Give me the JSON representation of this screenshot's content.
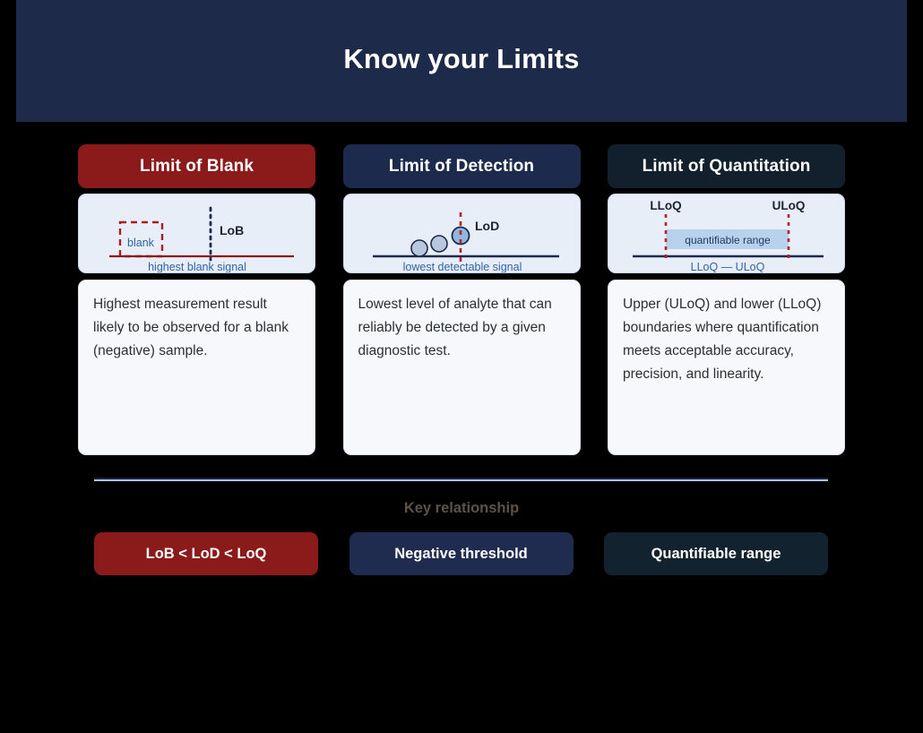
{
  "header": {
    "title": "Know your Limits",
    "background": "#1e2a4a"
  },
  "columns": [
    {
      "id": "limit-of-blank",
      "header_label": "Limit of Blank",
      "header_color": "#8b1a1a",
      "diagram": {
        "box_label": "blank",
        "marker_label": "LoB",
        "caption": "highest blank signal",
        "baseline_color": "#8b1a1a",
        "marker_line_color": "#1c2a4d",
        "box_color": "#a52020"
      },
      "description": "Highest measurement result likely to be observed for a blank (negative) sample."
    },
    {
      "id": "limit-of-detection",
      "header_label": "Limit of Detection",
      "header_color": "#1c2a4d",
      "diagram": {
        "marker_label": "LoD",
        "caption": "lowest detectable signal",
        "baseline_color": "#1c2a4d",
        "marker_line_color": "#b52222",
        "dot_color": "#b8c6de",
        "highlight_dot_color": "#8fb8dc",
        "dots": 3
      },
      "description": "Lowest level of analyte that can reliably be detected by a given diagnostic test."
    },
    {
      "id": "limit-of-quantitation",
      "header_label": "Limit of Quantitation",
      "header_color": "#12202e",
      "diagram": {
        "left_label": "LLoQ",
        "right_label": "ULoQ",
        "band_label": "quantifiable range",
        "caption": "LLoQ — ULoQ",
        "baseline_color": "#1c2a4d",
        "marker_line_color": "#b52222",
        "band_color": "#b9d2ec"
      },
      "description": "Upper (ULoQ) and lower (LLoQ) boundaries where quantification meets acceptable accuracy, precision, and linearity."
    }
  ],
  "footer": {
    "key_label": "Key relationship",
    "pills": [
      {
        "label": "LoB < LoD < LoQ",
        "color": "#8b1a1a"
      },
      {
        "label": "Negative threshold",
        "color": "#1f2c4f"
      },
      {
        "label": "Quantifiable range",
        "color": "#13222f"
      }
    ]
  }
}
